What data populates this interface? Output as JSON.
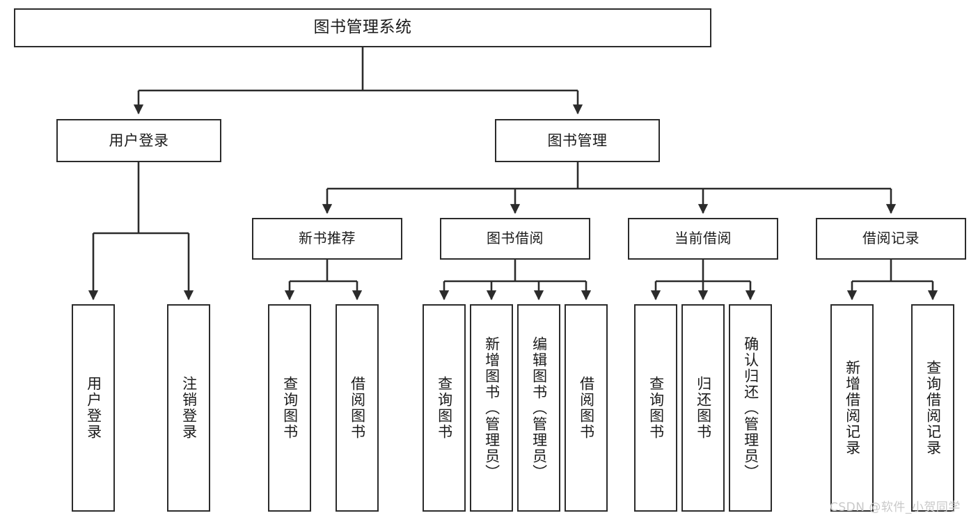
{
  "diagram": {
    "title": "图书管理系统",
    "watermark": "CSDN @软件_小贺同学",
    "line_color": "#2b2b2b",
    "box_fill": "#ffffff",
    "text_color": "#1b1b1b",
    "watermark_color": "#c9c9c9",
    "nodes": {
      "root": "图书管理系统",
      "user_login": "用户登录",
      "book_manage": "图书管理",
      "new_book_recommend": "新书推荐",
      "book_borrow": "图书借阅",
      "current_borrow": "当前借阅",
      "borrow_record": "借阅记录",
      "leaf_user_login": "用户登录",
      "leaf_user_logout": "注销登录",
      "leaf_query_book_1": "查询图书",
      "leaf_borrow_book_1": "借阅图书",
      "leaf_query_book_2": "查询图书",
      "leaf_add_book_admin": "新增图书（管理员）",
      "leaf_edit_book_admin": "编辑图书（管理员）",
      "leaf_borrow_book_2": "借阅图书",
      "leaf_query_book_3": "查询图书",
      "leaf_return_book": "归还图书",
      "leaf_confirm_return_admin": "确认归还（管理员）",
      "leaf_add_borrow_record": "新增借阅记录",
      "leaf_query_borrow_record": "查询借阅记录"
    }
  }
}
